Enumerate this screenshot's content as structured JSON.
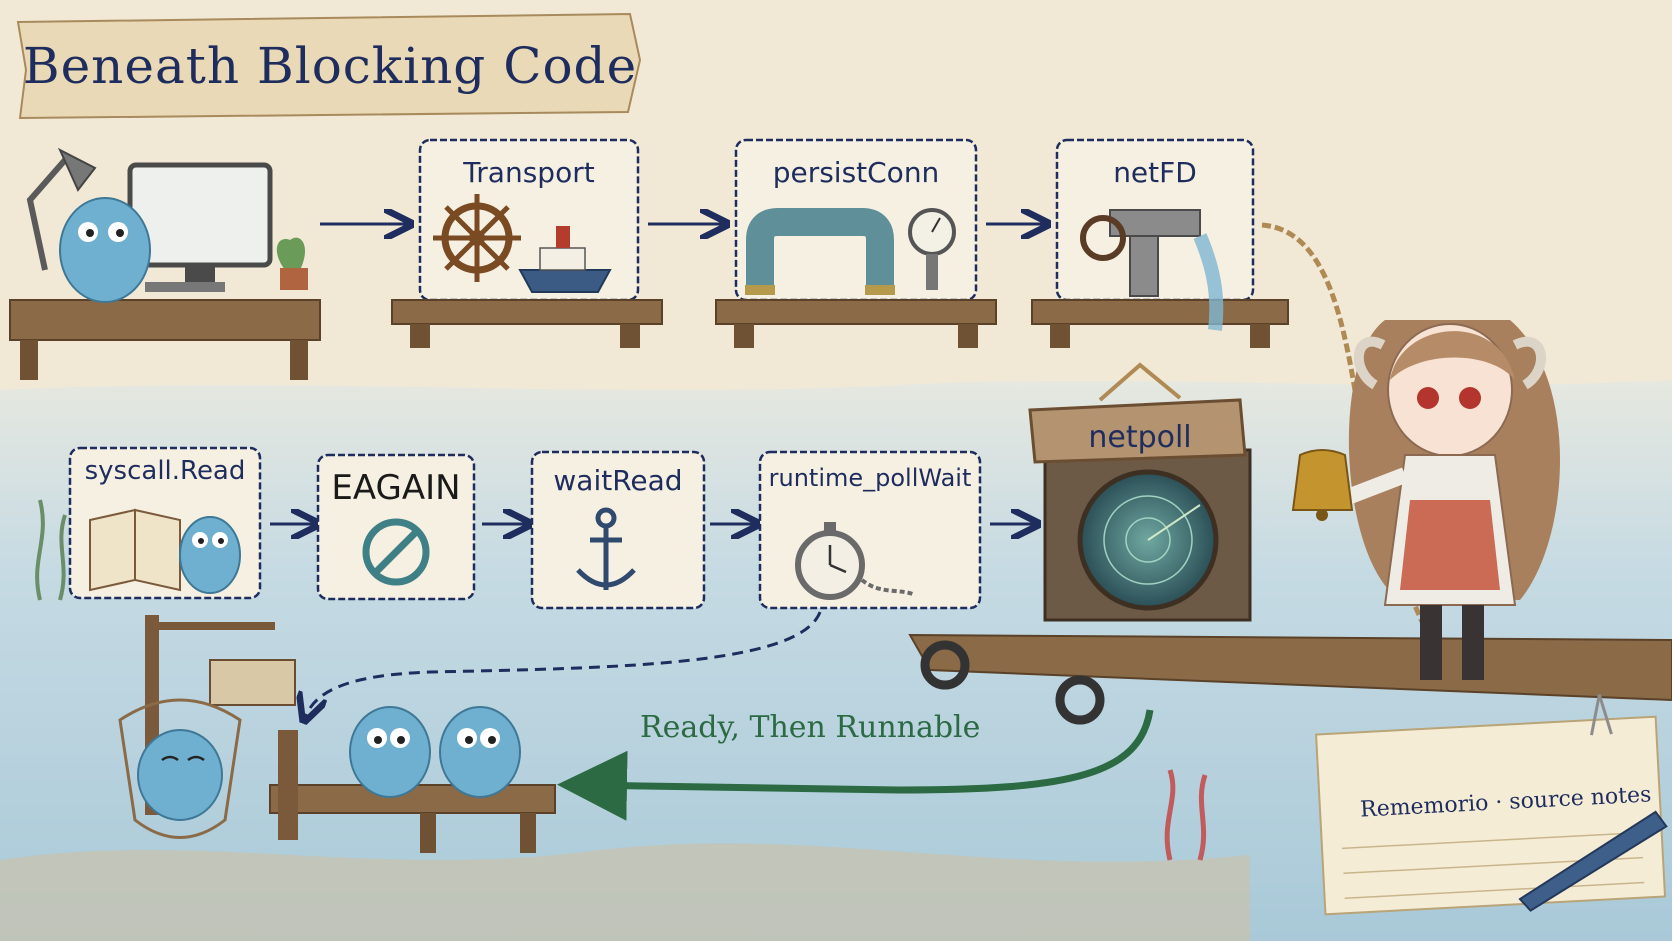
{
  "title": "Beneath Blocking Code",
  "top_row": [
    {
      "id": "transport",
      "label": "Transport",
      "icon": "ship-wheel-icon"
    },
    {
      "id": "persistconn",
      "label": "persistConn",
      "icon": "pipe-icon"
    },
    {
      "id": "netfd",
      "label": "netFD",
      "icon": "valve-icon"
    }
  ],
  "bottom_row": [
    {
      "id": "syscall-read",
      "label": "syscall.Read",
      "icon": "book-icon"
    },
    {
      "id": "eagain",
      "label": "EAGAIN",
      "icon": "no-entry-icon"
    },
    {
      "id": "waitread",
      "label": "waitRead",
      "icon": "anchor-icon"
    },
    {
      "id": "pollwait",
      "label": "runtime_pollWait",
      "icon": "stopwatch-icon"
    }
  ],
  "netpoll": {
    "label": "netpoll",
    "icon": "radar-icon"
  },
  "ready_arrow": {
    "label": "Ready, Then Runnable"
  },
  "notes": {
    "label": "Rememorio · source notes"
  },
  "colors": {
    "ink": "#1e2d5e",
    "paper": "#f1e9d6",
    "water": "#b9d3e0",
    "wood": "#8a6a47",
    "gopher": "#6fb0d0",
    "ready_green": "#2c6a44"
  }
}
